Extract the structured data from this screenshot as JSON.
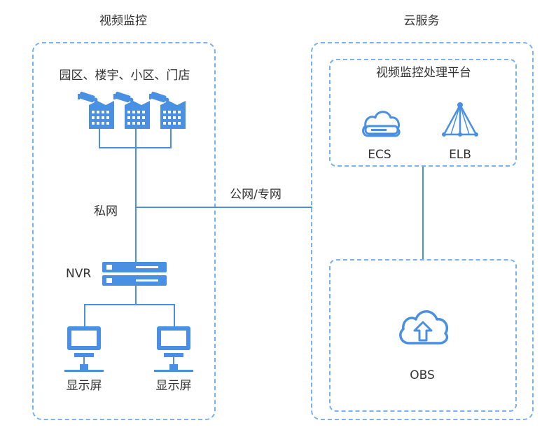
{
  "on_premise": {
    "title": "视频监控",
    "sites_label": "园区、楼宇、小区、门店",
    "private_network_label": "私网",
    "nvr_label": "NVR",
    "displays": [
      {
        "label": "显示屏"
      },
      {
        "label": "显示屏"
      }
    ]
  },
  "cloud": {
    "title": "云服务",
    "platform_title": "视频监控处理平台",
    "ecs_label": "ECS",
    "elb_label": "ELB",
    "obs_label": "OBS"
  },
  "link_label": "公网/专网",
  "colors": {
    "accent": "#4a90e2",
    "dashed_border": "#7ab3ec",
    "icon_fill": "#ffffff",
    "text": "#333333"
  }
}
